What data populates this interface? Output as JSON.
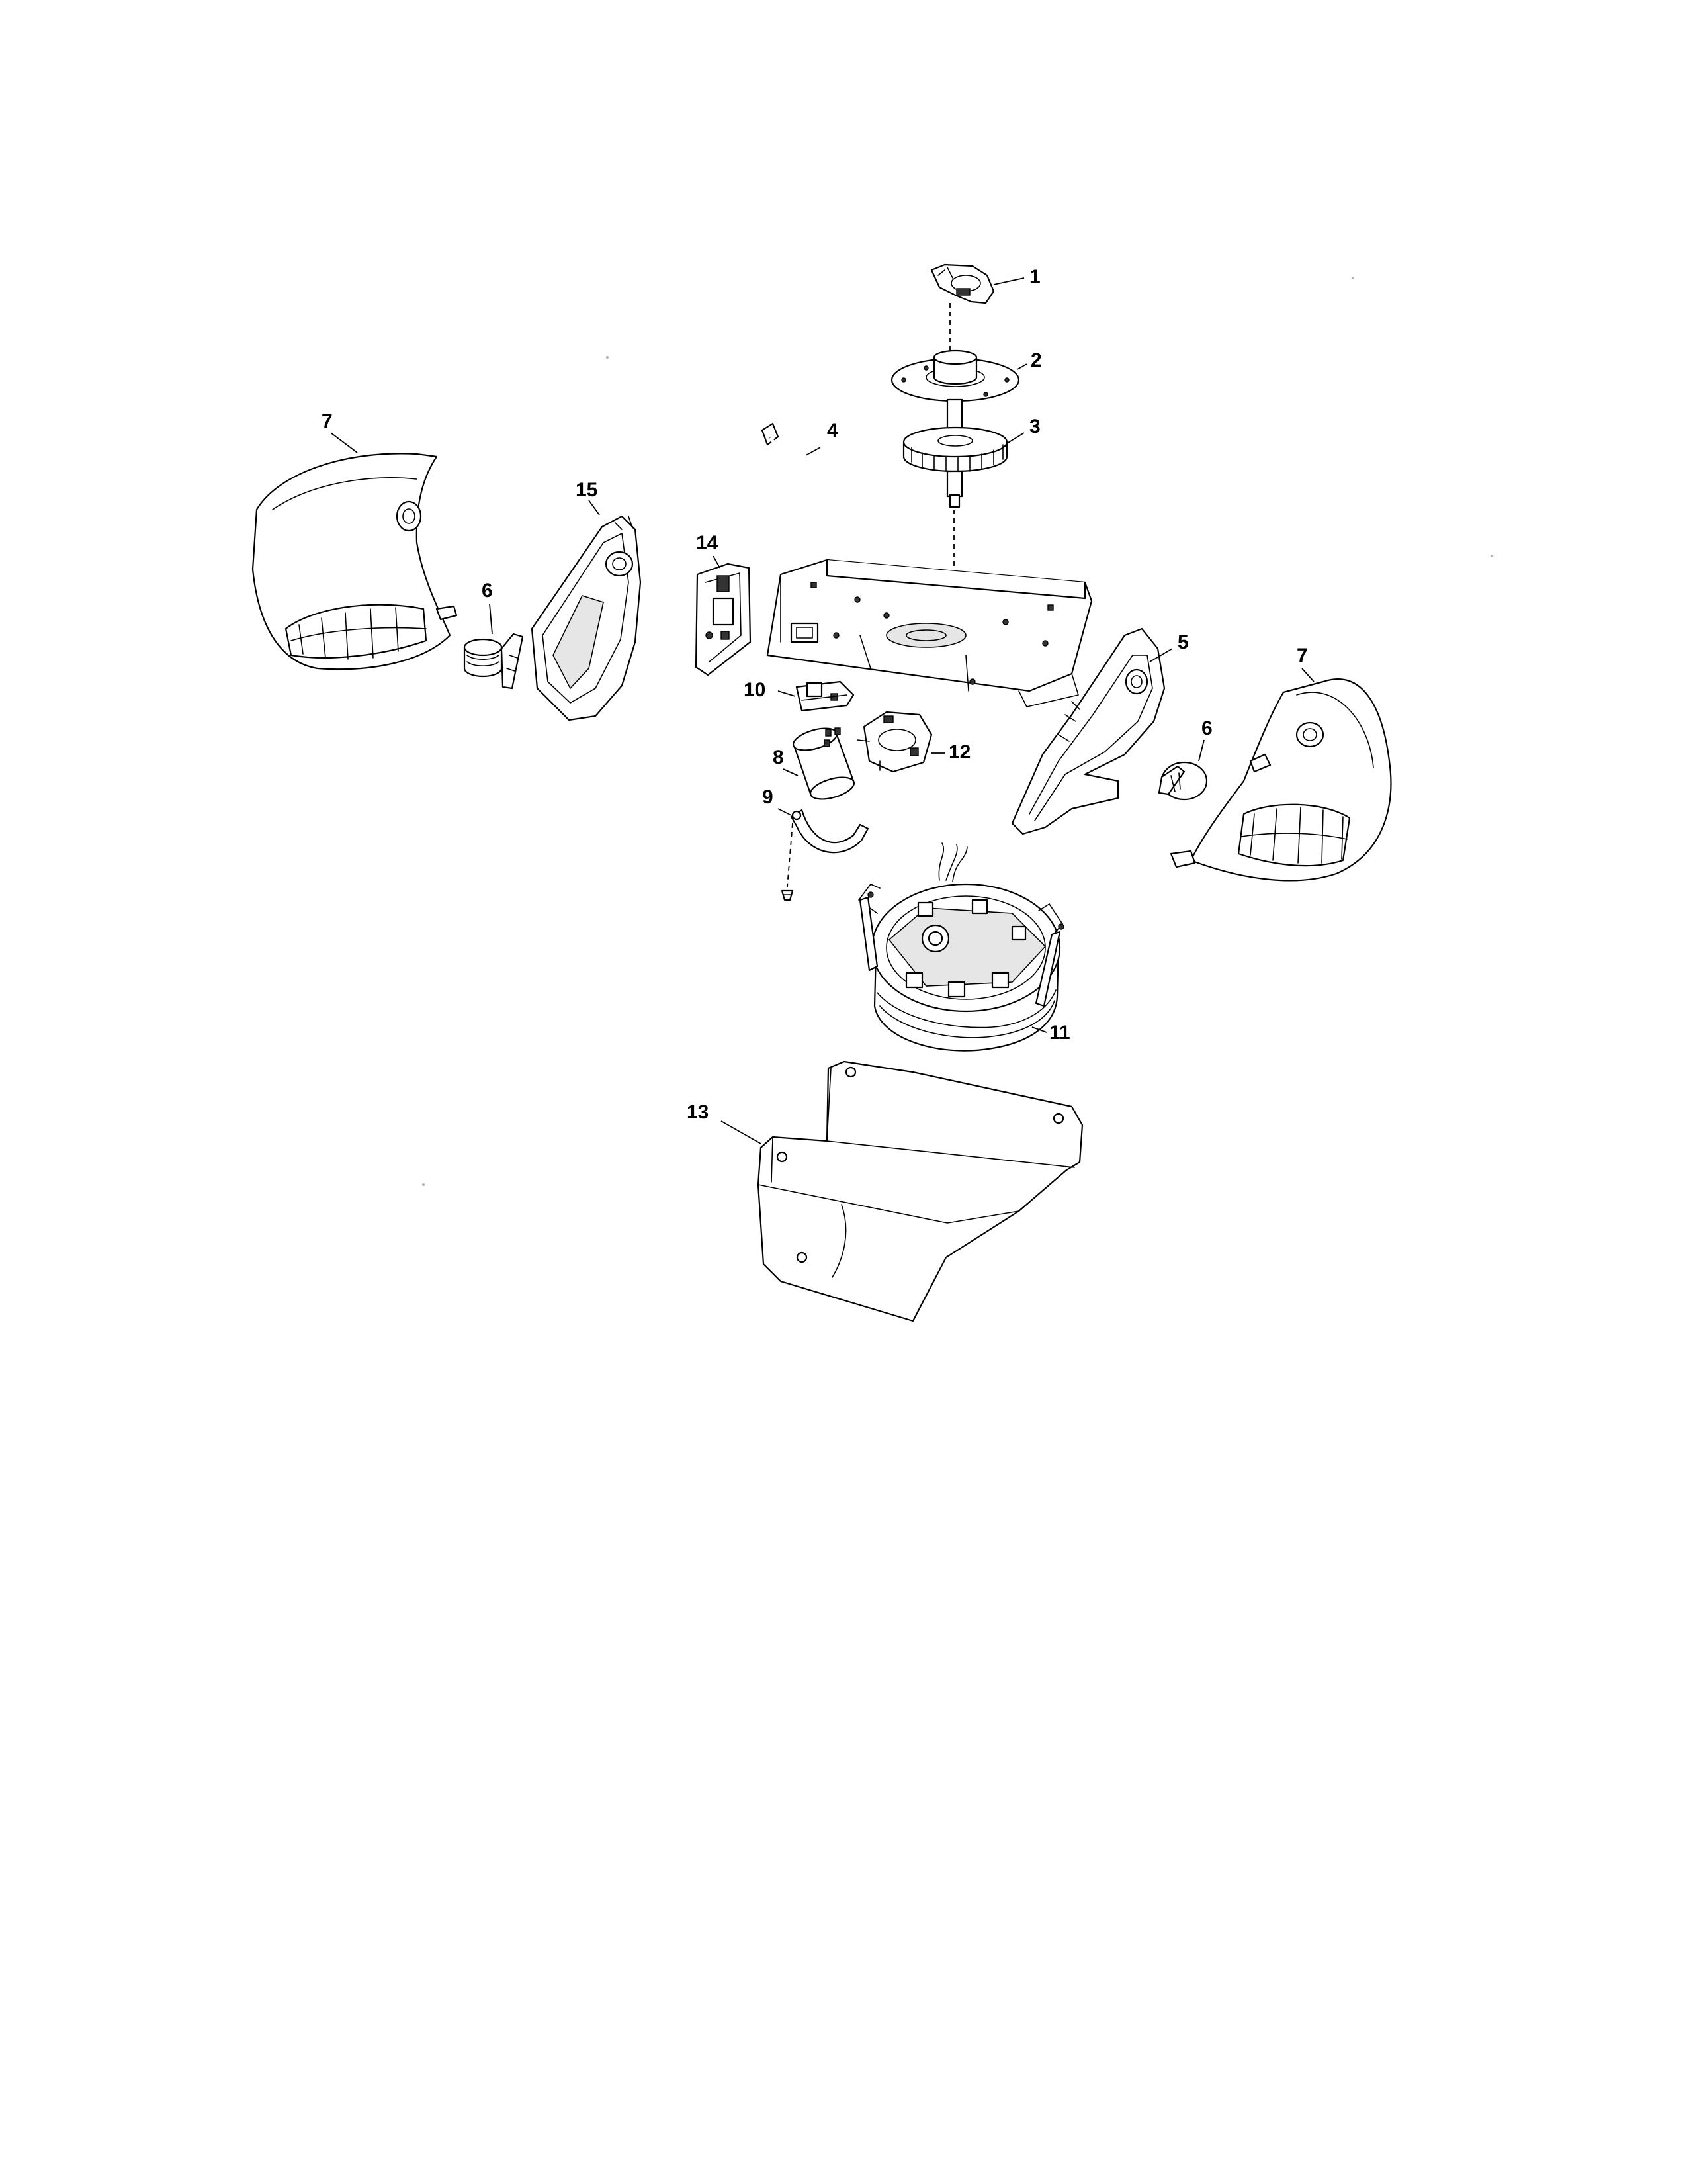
{
  "callouts": [
    {
      "id": "1",
      "text": "1"
    },
    {
      "id": "2",
      "text": "2"
    },
    {
      "id": "3",
      "text": "3"
    },
    {
      "id": "4",
      "text": "4"
    },
    {
      "id": "5",
      "text": "5"
    },
    {
      "id": "6a",
      "text": "6"
    },
    {
      "id": "6b",
      "text": "6"
    },
    {
      "id": "7a",
      "text": "7"
    },
    {
      "id": "7b",
      "text": "7"
    },
    {
      "id": "8",
      "text": "8"
    },
    {
      "id": "9",
      "text": "9"
    },
    {
      "id": "10",
      "text": "10"
    },
    {
      "id": "11",
      "text": "11"
    },
    {
      "id": "12",
      "text": "12"
    },
    {
      "id": "13",
      "text": "13"
    },
    {
      "id": "14",
      "text": "14"
    },
    {
      "id": "15",
      "text": "15"
    }
  ],
  "colors": {
    "line": "#000000",
    "paper": "#ffffff",
    "shade": "#e6e6e6"
  }
}
